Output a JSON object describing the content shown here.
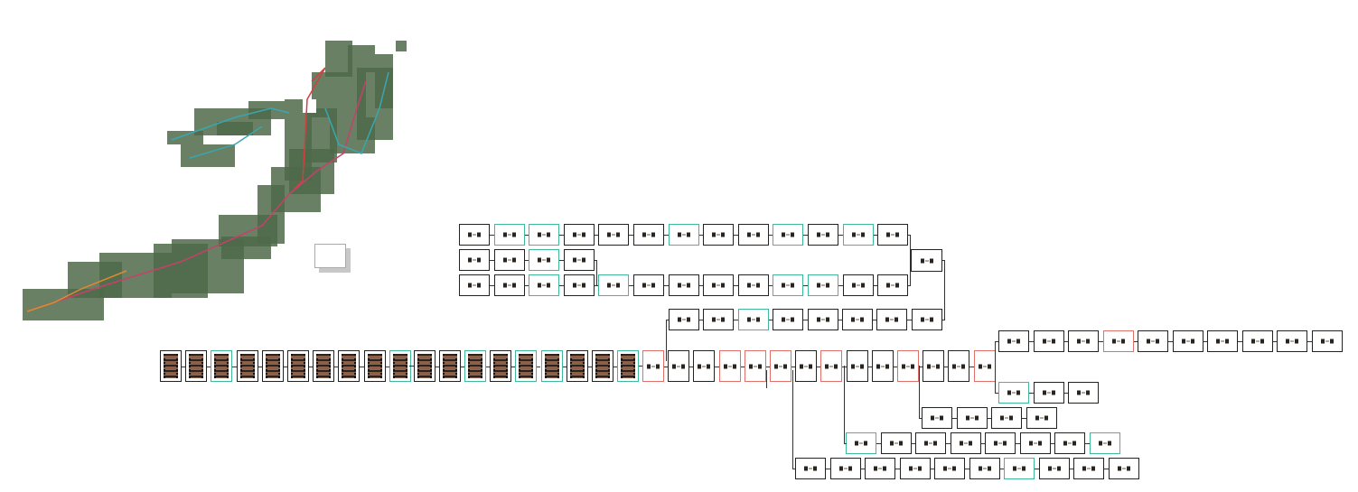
{
  "diagram": {
    "status_colors": {
      "normal": "#222222",
      "green": "#3fb99a",
      "red": "#e0706a"
    },
    "map": {
      "tile_color": "#4f6a4a",
      "route_colors": [
        "#c8406a",
        "#3aa6b0",
        "#e08a30",
        "#d04040"
      ]
    },
    "rows": {
      "top_a": [
        "n",
        "g",
        "g",
        "n",
        "n",
        "n",
        "g",
        "n",
        "n",
        "g",
        "n",
        "g",
        "n"
      ],
      "top_b": [
        "n",
        "n",
        "g",
        "n"
      ],
      "top_c": [
        "n",
        "n",
        "g",
        "n",
        "g",
        "n",
        "n",
        "n",
        "n",
        "g",
        "g",
        "n",
        "n"
      ],
      "merge": [
        "n"
      ],
      "mid_d": [
        "n",
        "n",
        "g",
        "n",
        "n",
        "n",
        "n",
        "n"
      ],
      "main_strip": [
        "n",
        "n",
        "g",
        "n",
        "n",
        "n",
        "n",
        "n",
        "n",
        "g"
      ],
      "main_mixed": [
        "n",
        "n",
        "g",
        "n",
        "g",
        "g",
        "n",
        "n",
        "g"
      ],
      "main_tail": [
        "r",
        "n",
        "n",
        "r",
        "r",
        "r",
        "n",
        "r",
        "n",
        "n",
        "r",
        "n",
        "n",
        "r"
      ],
      "branch_f": [
        "n",
        "n",
        "n",
        "r",
        "n",
        "n",
        "n",
        "n",
        "n",
        "n"
      ],
      "branch_g": [
        "g",
        "n",
        "n"
      ],
      "branch_h": [
        "n",
        "n",
        "n",
        "n"
      ],
      "branch_i": [
        "g",
        "n",
        "n",
        "n",
        "n",
        "n",
        "n",
        "g"
      ],
      "branch_j": [
        "n",
        "n",
        "n",
        "n",
        "n",
        "n",
        "g",
        "n",
        "n",
        "n"
      ]
    },
    "icons": {
      "thumbnail": "drawing-thumbnail-icon",
      "overview": "minimap-frame"
    }
  }
}
